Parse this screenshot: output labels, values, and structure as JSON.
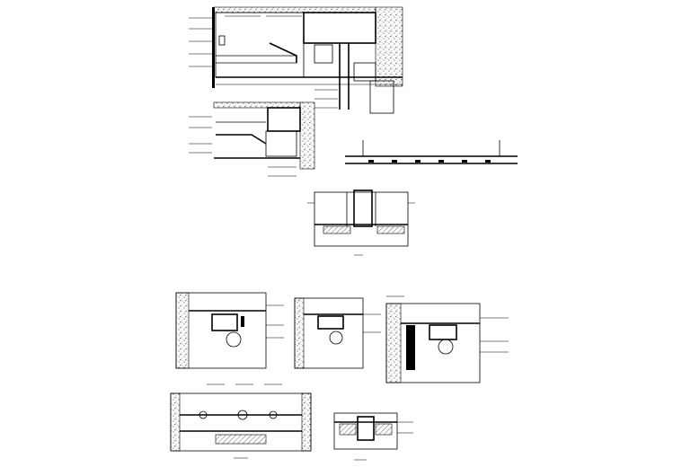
{
  "drawing": {
    "background": "#ffffff",
    "line_color": "#000000",
    "details": [
      {
        "id": "detail-1"
      },
      {
        "id": "detail-2"
      },
      {
        "id": "detail-3"
      },
      {
        "id": "detail-4"
      },
      {
        "id": "detail-5"
      },
      {
        "id": "detail-6"
      },
      {
        "id": "detail-7"
      },
      {
        "id": "detail-8"
      },
      {
        "id": "detail-9"
      }
    ]
  }
}
